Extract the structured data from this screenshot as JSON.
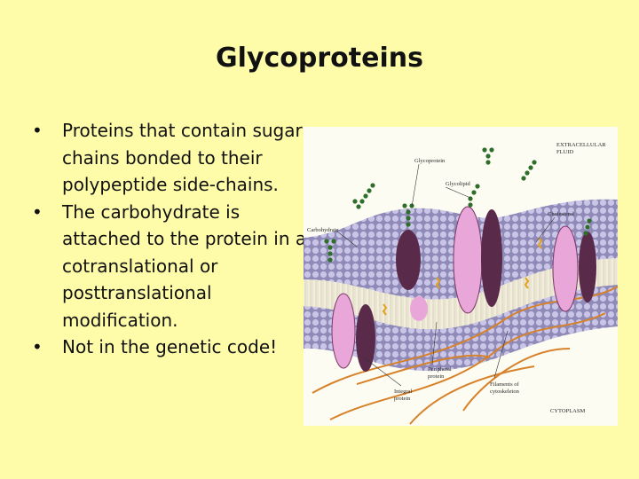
{
  "slide": {
    "title": "Glycoproteins",
    "bullets": [
      "Proteins that contain sugar chains  bonded to their polypeptide side-chains.",
      "The carbohydrate is attached to the protein in a cotranslational or posttranslational modification.",
      "Not in the genetic code!"
    ],
    "bullet_glyph": "•"
  },
  "figure": {
    "labels": {
      "extracellular": "EXTRACELLULAR",
      "fluid": "FLUID",
      "glycoprotein": "Glycoprotein",
      "glycolipid": "Glycolipid",
      "carbohydrate": "Carbohydrate",
      "cholesterol": "Cholesterol",
      "peripheral1": "Peripheral",
      "peripheral2": "protein",
      "integral1": "Integral",
      "integral2": "protein",
      "filaments1": "Filaments of",
      "filaments2": "cytoskeleton",
      "cytoplasm": "CYTOPLASM"
    },
    "colors": {
      "background": "#fffca9",
      "membrane": "#b7b2d6",
      "protein": "#e9a6d8",
      "protein_dark": "#5a2a4a",
      "sugar": "#2f6e2a",
      "filament": "#d7822a"
    }
  }
}
